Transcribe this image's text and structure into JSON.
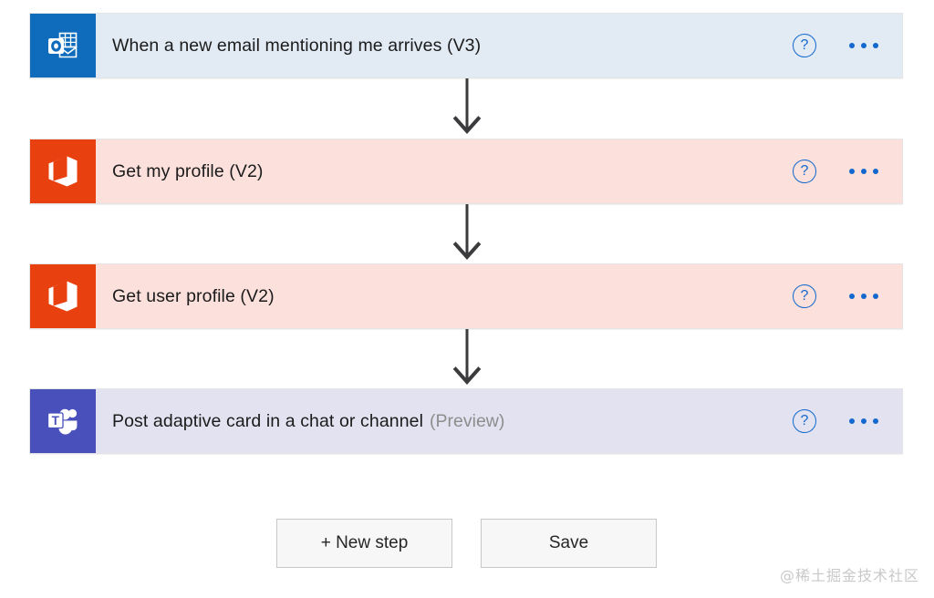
{
  "flow": {
    "steps": [
      {
        "title": "When a new email mentioning me arrives (V3)",
        "suffix": "",
        "icon": "outlook-icon",
        "theme": "outlook",
        "help_label": "?",
        "help_icon": "help-circle-icon",
        "more_icon": "ellipsis-icon"
      },
      {
        "title": "Get my profile (V2)",
        "suffix": "",
        "icon": "office365-icon",
        "theme": "office",
        "help_label": "?",
        "help_icon": "help-circle-icon",
        "more_icon": "ellipsis-icon"
      },
      {
        "title": "Get user profile (V2)",
        "suffix": "",
        "icon": "office365-icon",
        "theme": "office",
        "help_label": "?",
        "help_icon": "help-circle-icon",
        "more_icon": "ellipsis-icon"
      },
      {
        "title": "Post adaptive card in a chat or channel",
        "suffix": "(Preview)",
        "icon": "teams-icon",
        "theme": "teams",
        "help_label": "?",
        "help_icon": "help-circle-icon",
        "more_icon": "ellipsis-icon"
      }
    ],
    "connector_icon": "arrow-down-icon"
  },
  "footer": {
    "new_step_label": "+ New step",
    "save_label": "Save"
  },
  "watermark": {
    "text": "@稀土掘金技术社区"
  },
  "colors": {
    "outlook_icon_bg": "#0f6cbd",
    "outlook_card_bg": "#e2eaf4",
    "office_icon_bg": "#e8400f",
    "office_card_bg": "#fbe0db",
    "teams_icon_bg": "#4a50bb",
    "teams_card_bg": "#e2e2f0",
    "action_blue": "#1368ce",
    "arrow": "#3b3a3c",
    "title_text": "#1b1b1b",
    "suffix_text": "#8d8d8d",
    "button_bg": "#f7f7f7",
    "button_border": "#c8c8c8",
    "watermark": "#c9c9c9"
  }
}
